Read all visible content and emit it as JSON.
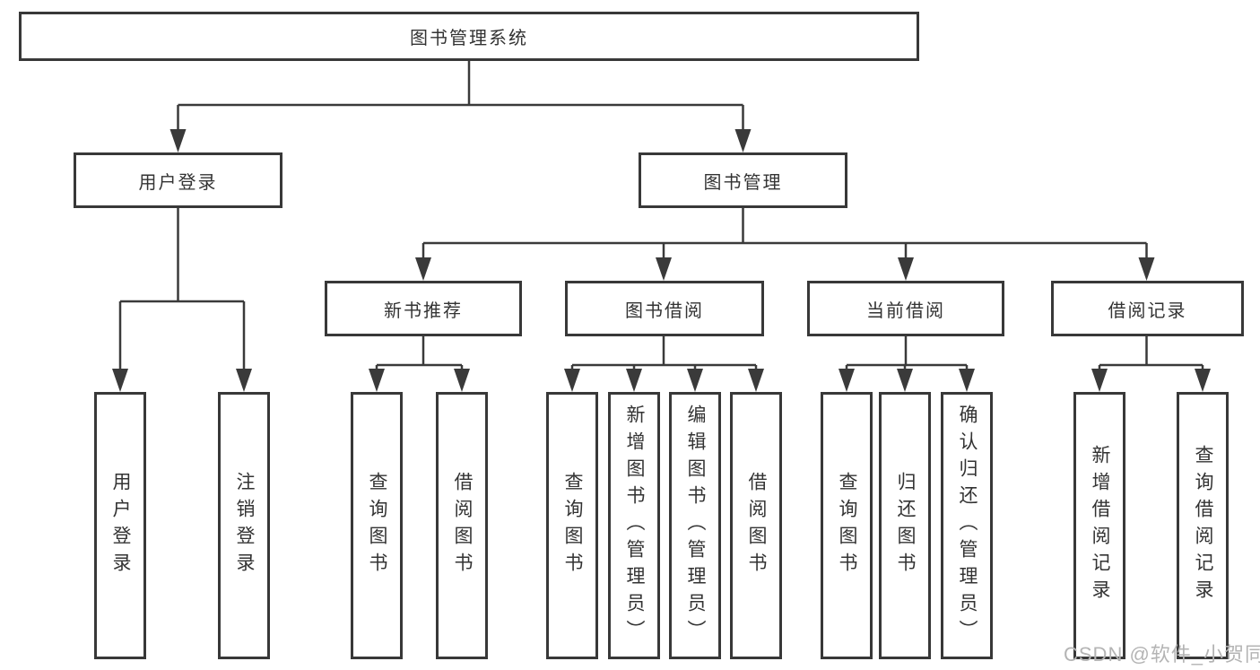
{
  "page": {
    "background": "#ffffff",
    "line_color": "#3a3a3a",
    "box_border_color": "#383838",
    "text_color": "#333333",
    "watermark_color": "#b4b4b4"
  },
  "tree": {
    "label": "图书管理系统",
    "children": [
      {
        "label": "用户登录",
        "children": [
          {
            "label": "用户登录"
          },
          {
            "label": "注销登录"
          }
        ]
      },
      {
        "label": "图书管理",
        "children": [
          {
            "label": "新书推荐",
            "children": [
              {
                "label": "查询图书"
              },
              {
                "label": "借阅图书"
              }
            ]
          },
          {
            "label": "图书借阅",
            "children": [
              {
                "label": "查询图书"
              },
              {
                "label": "新增图书（管理员）"
              },
              {
                "label": "编辑图书（管理员）"
              },
              {
                "label": "借阅图书"
              }
            ]
          },
          {
            "label": "当前借阅",
            "children": [
              {
                "label": "查询图书"
              },
              {
                "label": "归还图书"
              },
              {
                "label": "确认归还（管理员）"
              }
            ]
          },
          {
            "label": "借阅记录",
            "children": [
              {
                "label": "新增借阅记录"
              },
              {
                "label": "查询借阅记录"
              }
            ]
          }
        ]
      }
    ]
  },
  "watermark": "CSDN @软件_小贺同学"
}
